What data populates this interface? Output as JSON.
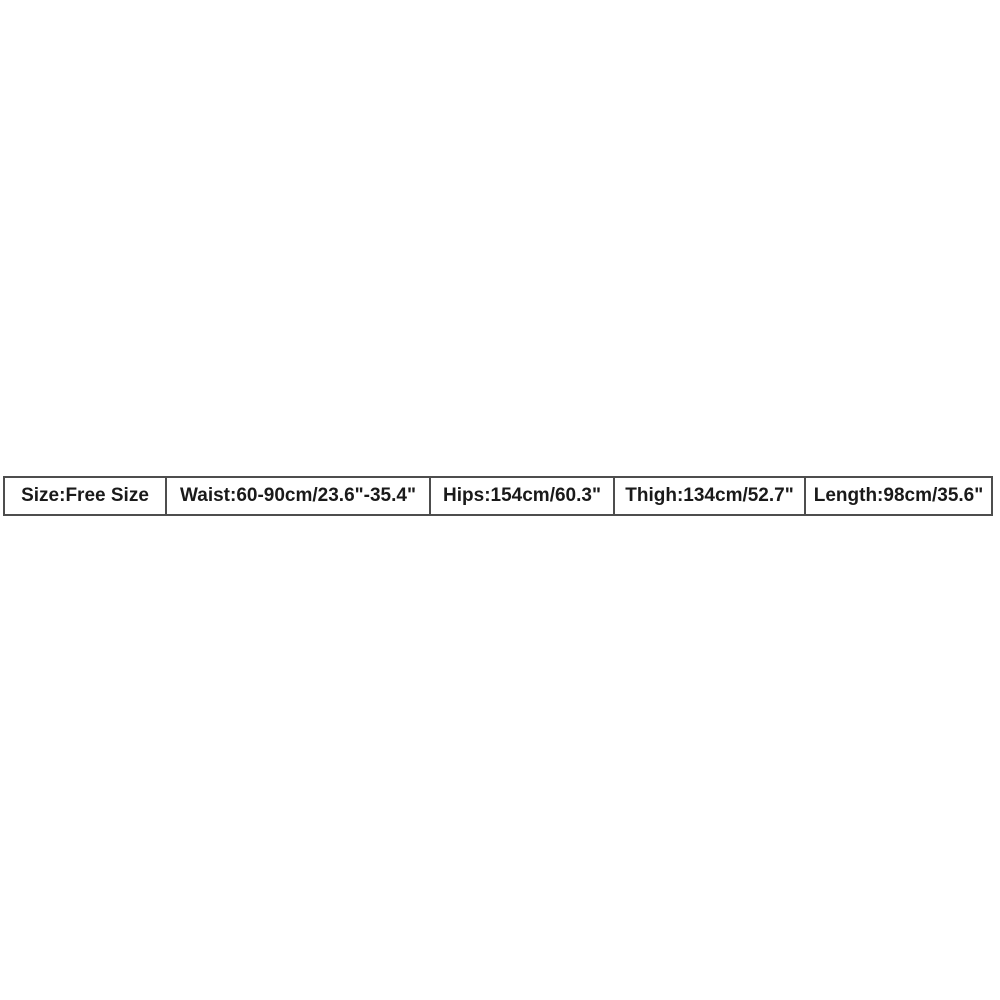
{
  "page": {
    "background_color": "#ffffff",
    "table_border_color": "#4d4d4d",
    "table_text_color": "#1a1a1a"
  },
  "size_table": {
    "cells": [
      {
        "label": "Size:Free Size"
      },
      {
        "label": "Waist:60-90cm/23.6\"-35.4\""
      },
      {
        "label": "Hips:154cm/60.3\""
      },
      {
        "label": "Thigh:134cm/52.7\""
      },
      {
        "label": "Length:98cm/35.6\""
      }
    ]
  }
}
